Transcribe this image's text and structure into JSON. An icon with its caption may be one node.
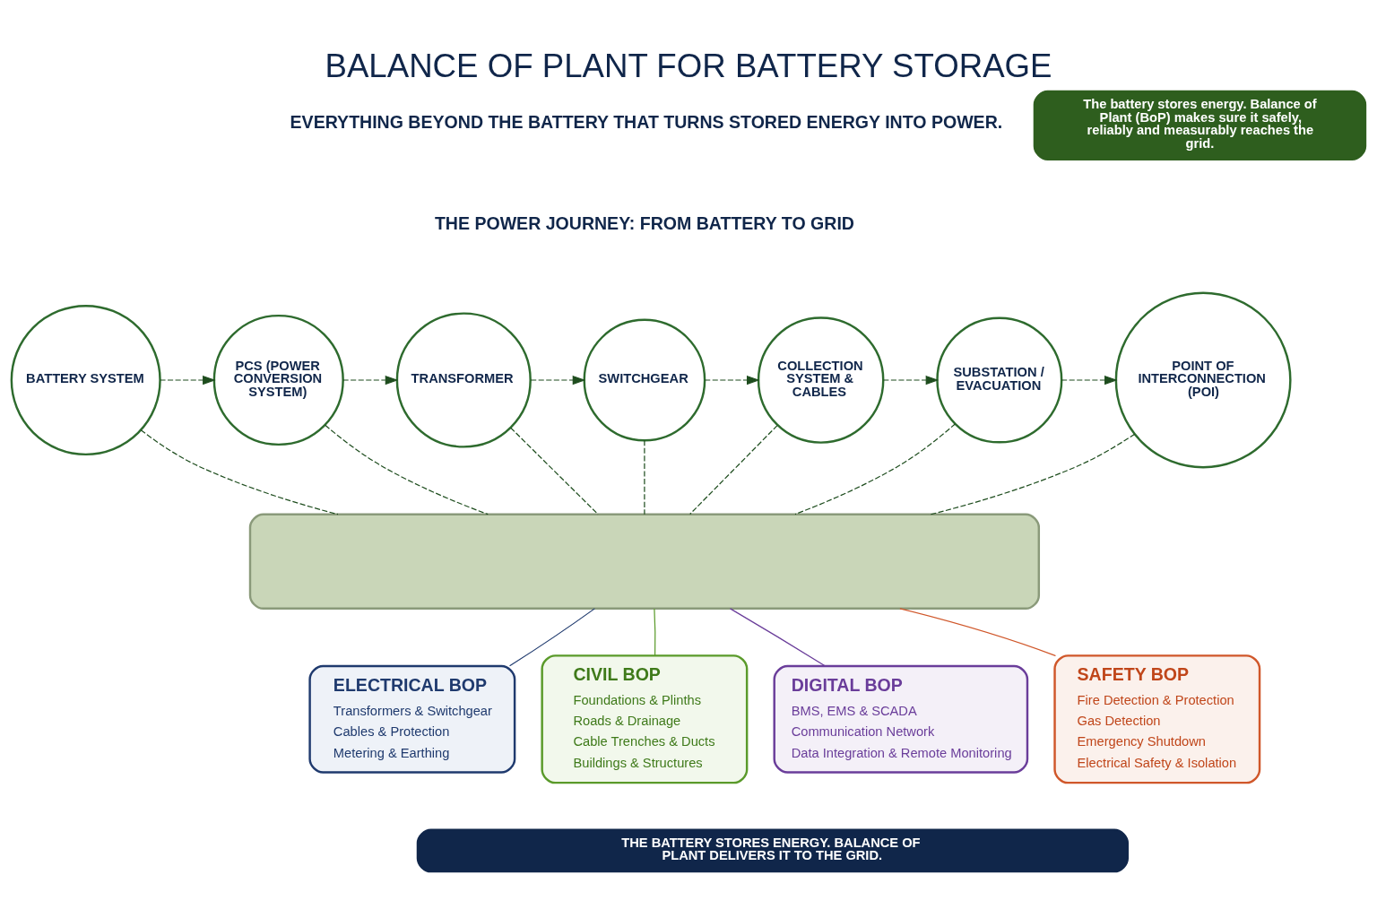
{
  "diagram": {
    "title": "BALANCE OF PLANT FOR BATTERY STORAGE",
    "nodes": [
      {
        "text": [
          "The battery stores energy. Balance of Plant (BoP) makes sure it safely, reliably and measurably reaches the grid."
        ]
      },
      {
        "text": [
          "BATTERY SYSTEM"
        ]
      },
      {
        "text": [
          "PCS (POWER CONVERSION SYSTEM)"
        ]
      },
      {
        "text": [
          "TRANSFORMER"
        ]
      },
      {
        "text": [
          "SWITCHGEAR"
        ]
      },
      {
        "text": [
          "COLLECTION SYSTEM & CABLES"
        ]
      },
      {
        "text": [
          "SUBSTATION / EVACUATION"
        ]
      },
      {
        "text": [
          "POINT OF INTERCONNECTION (POI)"
        ]
      },
      {
        "text": [],
        "shape": "box"
      },
      {
        "text": [
          "ELECTRICAL BOP",
          "Transformers & Switchgear",
          "Cables & Protection",
          "Metering & Earthing"
        ]
      },
      {
        "text": [
          "CIVIL BOP",
          "Foundations & Plinths",
          "Roads & Drainage",
          "Cable Trenches & Ducts",
          "Buildings & Structures"
        ]
      },
      {
        "text": [
          "DIGITAL BOP",
          "BMS, EMS & SCADA",
          "Communication Network",
          "Data Integration & Remote Monitoring"
        ]
      },
      {
        "text": [
          "SAFETY BOP",
          "Fire Detection & Protection",
          "Gas Detection",
          "Emergency Shutdown",
          "Electrical Safety & Isolation"
        ]
      },
      {
        "text": [
          "THE BATTERY STORES ENERGY. BALANCE OF PLANT DELIVERS IT TO THE GRID."
        ]
      }
    ],
    "edges": [
      {
        "from": 1,
        "to": 2,
        "arrow": "to",
        "style": "dashed"
      },
      {
        "from": 2,
        "to": 3,
        "arrow": "to",
        "style": "dashed"
      },
      {
        "from": 3,
        "to": 4,
        "arrow": "to",
        "style": "dashed"
      },
      {
        "from": 4,
        "to": 5,
        "arrow": "to",
        "style": "dashed"
      },
      {
        "from": 5,
        "to": 6,
        "arrow": "to",
        "style": "dashed"
      },
      {
        "from": 6,
        "to": 7,
        "arrow": "to",
        "style": "dashed"
      },
      {
        "from": 1,
        "to": 8,
        "arrow": "none",
        "style": "dashed"
      },
      {
        "from": 2,
        "to": 8,
        "arrow": "none",
        "style": "dashed"
      },
      {
        "from": 3,
        "to": 8,
        "arrow": "none",
        "style": "dashed"
      },
      {
        "from": 4,
        "to": 8,
        "arrow": "none",
        "style": "dashed"
      },
      {
        "from": 5,
        "to": 8,
        "arrow": "none",
        "style": "dashed"
      },
      {
        "from": 6,
        "to": 8,
        "arrow": "none",
        "style": "dashed"
      },
      {
        "from": 7,
        "to": 8,
        "arrow": "none",
        "style": "dashed"
      },
      {
        "from": 9,
        "to": 8,
        "arrow": "none",
        "color": "#1f3a6e"
      },
      {
        "from": 10,
        "to": 8,
        "arrow": "none",
        "color": "#5a9a2a"
      },
      {
        "from": 11,
        "to": 8,
        "arrow": "none",
        "color": "#6a3d9a"
      },
      {
        "from": 12,
        "to": 8,
        "arrow": "none",
        "color": "#d0572a"
      }
    ],
    "labels": [
      "EVERYTHING BEYOND THE BATTERY THAT TURNS STORED ENERGY INTO POWER.",
      "THE POWER JOURNEY: FROM BATTERY TO GRID"
    ]
  }
}
